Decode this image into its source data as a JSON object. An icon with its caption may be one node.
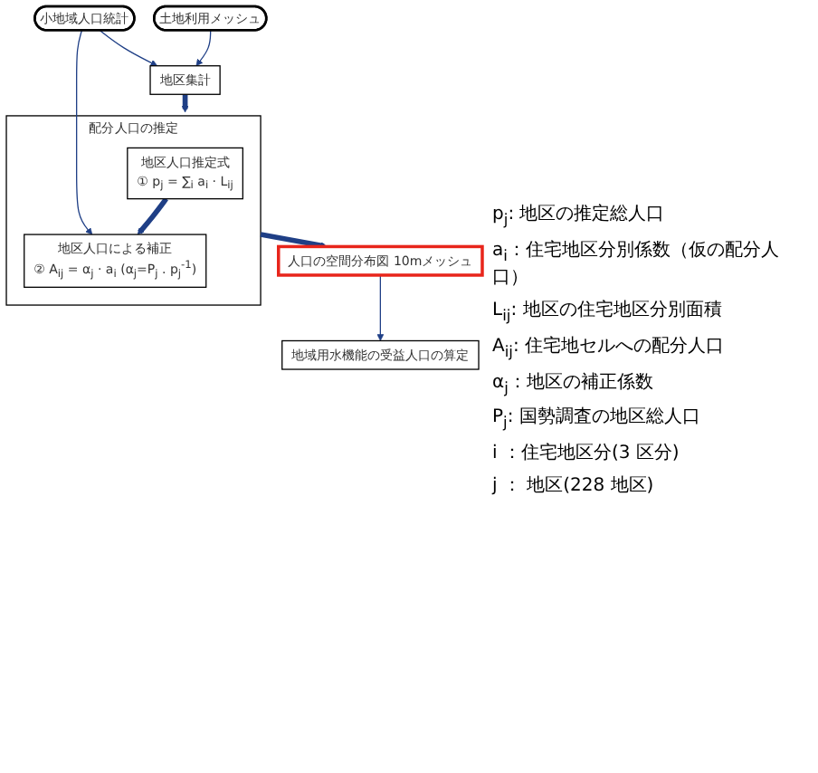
{
  "diagram": {
    "nodes": [
      {
        "text": [
          "小地域人口統計"
        ]
      },
      {
        "text": [
          "土地利用メッシュ"
        ]
      },
      {
        "text": [
          "地区集計"
        ]
      },
      {
        "text": [
          "配分人口の推定"
        ]
      },
      {
        "text": [
          "地区人口推定式",
          "① p$_{j}$ = ∑$_{i}$ a$_{i}$ · L$_{ij}$"
        ],
        "in": 3
      },
      {
        "text": [
          "地区人口による補正",
          "② A$_{ij}$ = α$_{j}$ · a$_{i}$ (α$_{j}$=P$_{j}$ . p$_{j}$$^{-1}$)"
        ],
        "in": 3
      },
      {
        "text": [
          "人口の空間分布図 10mメッシュ"
        ]
      },
      {
        "text": [
          "地域用水機能の受益人口の算定"
        ]
      }
    ],
    "edges": [
      {
        "from": 0,
        "to": 2,
        "arrow": "to"
      },
      {
        "from": 1,
        "to": 2,
        "arrow": "to"
      },
      {
        "from": 2,
        "to": 3,
        "arrow": "to",
        "style": "thick"
      },
      {
        "from": 0,
        "to": 5,
        "arrow": "to"
      },
      {
        "from": 4,
        "to": 5,
        "arrow": "to",
        "style": "thick"
      },
      {
        "from": 3,
        "to": 6,
        "arrow": "to",
        "style": "thick"
      },
      {
        "from": 6,
        "to": 7,
        "arrow": "to"
      }
    ],
    "labels": [
      "p$_{j}$: 地区の推定総人口",
      "a$_{i}$：住宅地区分別係数（仮の配分人口）",
      "L$_{ij}$: 地区の住宅地区分別面積",
      "A$_{ij}$: 住宅地セルへの配分人口",
      "α$_{j}$：地区の補正係数",
      "P$_{j}$: 国勢調査の地区総人口",
      "i ：住宅地区分(3 区分)",
      "j ： 地区(228 地区)"
    ]
  }
}
